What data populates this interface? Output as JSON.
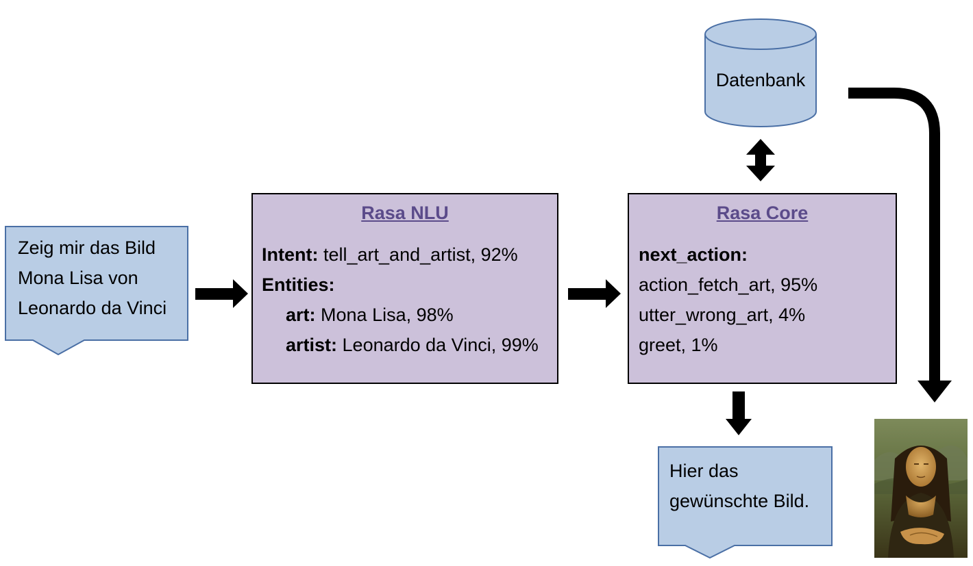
{
  "user_bubble": {
    "lines": [
      "Zeig mir das Bild",
      "Mona Lisa von",
      "Leonardo da Vinci"
    ]
  },
  "nlu_box": {
    "title": "Rasa NLU",
    "intent_label": "Intent:",
    "intent_value": "tell_art_and_artist,  92%",
    "entities_label": "Entities:",
    "entity_art_label": "art:",
    "entity_art_value": "Mona Lisa, 98%",
    "entity_artist_label": "artist:",
    "entity_artist_value": "Leonardo da Vinci, 99%"
  },
  "core_box": {
    "title": "Rasa Core",
    "next_action_label": "next_action:",
    "actions": [
      "action_fetch_art,  95%",
      "utter_wrong_art,  4%",
      "greet, 1%"
    ]
  },
  "database": {
    "label": "Datenbank"
  },
  "bot_bubble": {
    "lines": [
      "Hier das",
      "gewünschte Bild."
    ]
  },
  "colors": {
    "bubble_fill": "#b9cde5",
    "bubble_stroke": "#4a6fa5",
    "box_fill": "#ccc1da",
    "title_color": "#5b4b8a",
    "arrow": "#000000"
  },
  "icons": {
    "painting": "mona-lisa-painting"
  }
}
